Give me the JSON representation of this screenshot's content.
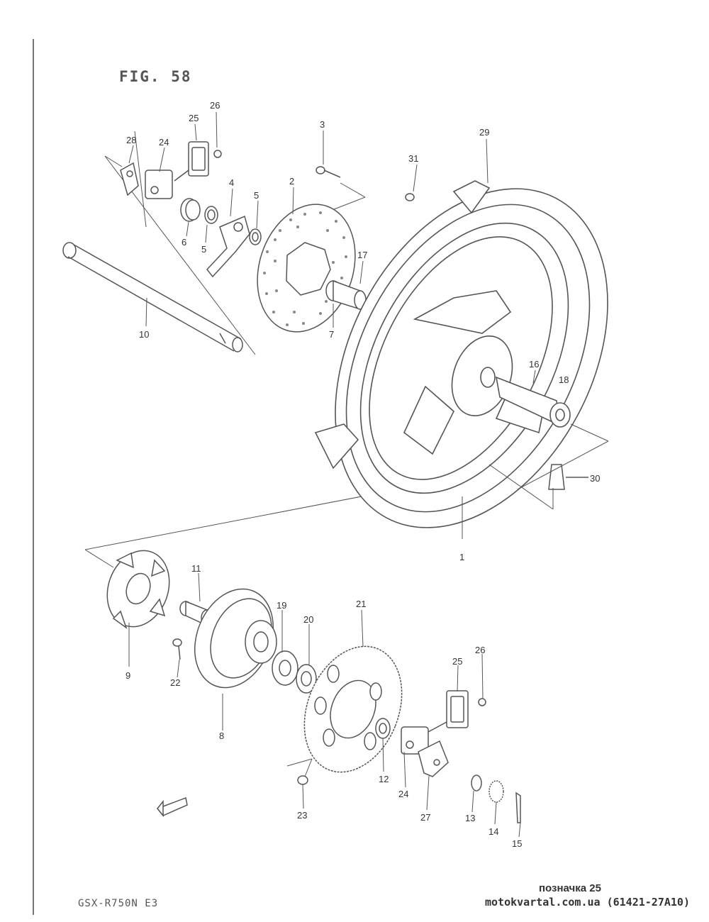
{
  "figure_title": "FIG. 58",
  "model_code": "GSX-R750N E3",
  "footer": {
    "mark": "позначка 25",
    "site": "motokvartal.com.ua (61421-27A10)"
  },
  "labels": {
    "l1": "1",
    "l2": "2",
    "l3": "3",
    "l4": "4",
    "l5a": "5",
    "l5b": "5",
    "l6": "6",
    "l7": "7",
    "l8": "8",
    "l9": "9",
    "l10": "10",
    "l11": "11",
    "l12": "12",
    "l13": "13",
    "l14": "14",
    "l15": "15",
    "l16": "16",
    "l17": "17",
    "l18": "18",
    "l19": "19",
    "l20": "20",
    "l21": "21",
    "l22": "22",
    "l23": "23",
    "l24a": "24",
    "l24b": "24",
    "l25a": "25",
    "l25b": "25",
    "l26a": "26",
    "l26b": "26",
    "l27": "27",
    "l28": "28",
    "l29": "29",
    "l30": "30",
    "l31": "31"
  }
}
